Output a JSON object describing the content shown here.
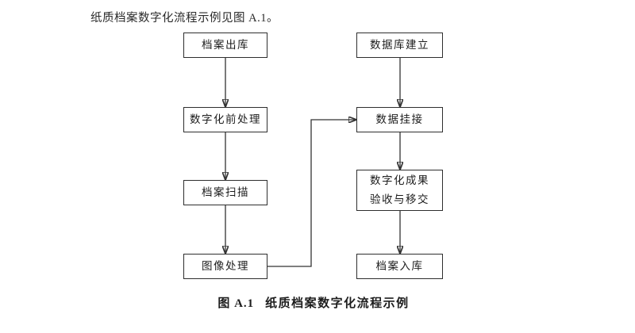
{
  "page": {
    "intro_text": "纸质档案数字化流程示例见图 A.1。",
    "caption": {
      "label": "图 A.1",
      "title": "纸质档案数字化流程示例"
    }
  },
  "flowchart": {
    "line_color": "#333333",
    "left_column": [
      {
        "id": "archive-checkout",
        "label": "档案出库"
      },
      {
        "id": "pre-digitization",
        "label": "数字化前处理"
      },
      {
        "id": "archive-scanning",
        "label": "档案扫描"
      },
      {
        "id": "image-processing",
        "label": "图像处理"
      }
    ],
    "right_column": [
      {
        "id": "database-setup",
        "label": "数据库建立"
      },
      {
        "id": "data-linking",
        "label": "数据挂接"
      },
      {
        "id": "acceptance-transfer",
        "label": "数字化成果\n验收与移交"
      },
      {
        "id": "archive-checkin",
        "label": "档案入库"
      }
    ],
    "connections": [
      "档案出库→数字化前处理",
      "数字化前处理→档案扫描",
      "档案扫描→图像处理",
      "图像处理→数据挂接",
      "数据库建立→数据挂接",
      "数据挂接→数字化成果验收与移交",
      "数字化成果验收与移交→档案入库"
    ]
  }
}
